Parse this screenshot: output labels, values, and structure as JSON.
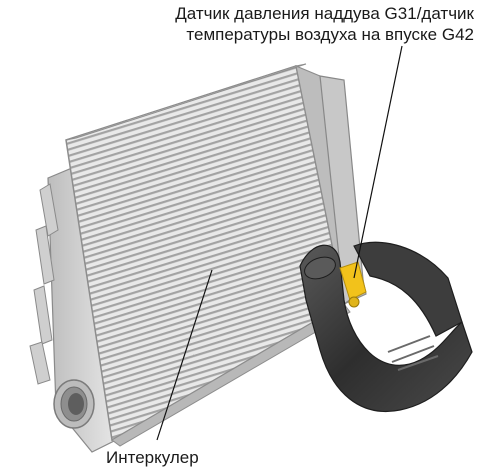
{
  "labels": {
    "sensor_line1": "Датчик давления наддува G31/датчик",
    "sensor_line2": "температуры воздуха на впуске G42",
    "intercooler": "Интеркулер"
  },
  "colors": {
    "fin_light": "#e4e4e4",
    "fin_dark": "#a8a8a8",
    "frame": "#8d8d8d",
    "hose": "#3a3a3a",
    "sensor": "#f2c21b",
    "leader": "#111111"
  }
}
